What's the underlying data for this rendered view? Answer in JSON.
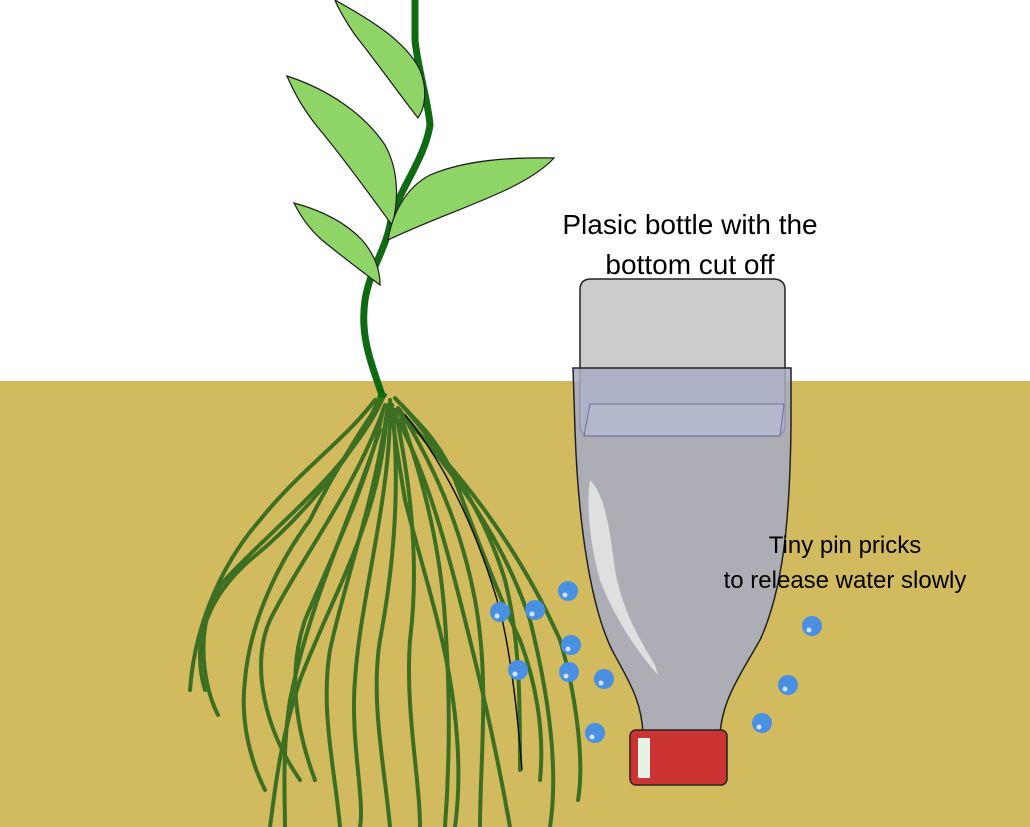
{
  "labels": {
    "bottle_line1": "Plasic bottle with the",
    "bottle_line2": "bottom cut off",
    "pin_line1": "Tiny pin pricks",
    "pin_line2": "to release water slowly"
  },
  "colors": {
    "sky": "#ffffff",
    "soil": "#d2ba5f",
    "stem": "#0f6b12",
    "leaf_fill": "#8fd466",
    "leaf_outline": "#1a1a1a",
    "root": "#3d6f23",
    "bottle_top": "#cccccc",
    "bottle_body": "#a7acc4",
    "water_drop": "#4a90e2",
    "cap": "#cc3333",
    "cap_highlight": "#e6f2e6"
  },
  "icons": {
    "plant": "plant-icon",
    "bottle": "bottle-icon",
    "water_drop": "water-drop-icon",
    "cap": "bottle-cap-icon"
  }
}
